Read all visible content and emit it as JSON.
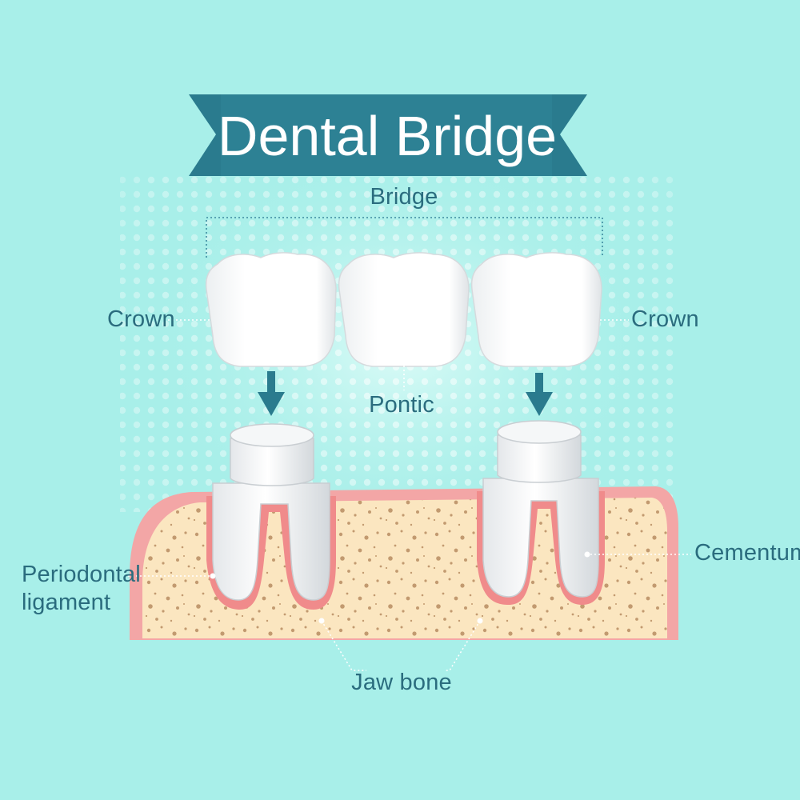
{
  "title": "Dental Bridge",
  "labels": {
    "bridge": "Bridge",
    "crown_left": "Crown",
    "crown_right": "Crown",
    "pontic": "Pontic",
    "cementum": "Cementum",
    "periodontal_line1": "Periodontal",
    "periodontal_line2": "ligament",
    "jaw_bone": "Jaw bone"
  },
  "colors": {
    "background": "#a8efe9",
    "banner": "#2a7b8e",
    "banner_dark": "#1f5f6e",
    "label_text": "#2a6c7e",
    "gum": "#f3a6a6",
    "bone": "#fbe6c0",
    "bone_speckle": "#b88d62",
    "tooth": "#ffffff",
    "tooth_shadow": "#d9dde0"
  }
}
